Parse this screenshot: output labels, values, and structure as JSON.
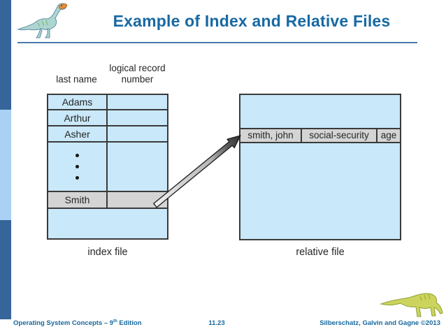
{
  "colors": {
    "title_blue": "#1769A3",
    "underline_blue": "#4A7AAD",
    "sidebar_dark": "#36659A",
    "sidebar_light": "#A9D1F4",
    "table_fill": "#C9E8F9",
    "highlight_gray": "#D4D4D4",
    "border_dark": "#3A3A3A",
    "footer_blue": "#16689E",
    "diagram_text": "#262626"
  },
  "slide": {
    "title": "Example of Index and Relative Files",
    "footer": {
      "left_prefix": "Operating System Concepts – 9",
      "left_sup": "th",
      "left_suffix": " Edition",
      "page_number": "11.23",
      "right_credit": "Silberschatz, Galvin and Gagne ©2013"
    },
    "icons": {
      "top_left": "dinosaur-logo",
      "bottom_right": "dinosaur-footer-logo"
    }
  },
  "diagram": {
    "index_file": {
      "col1_header": "last name",
      "col2_header_line1": "logical record",
      "col2_header_line2": "number",
      "rows": [
        "Adams",
        "Arthur",
        "Asher"
      ],
      "ellipsis_dot": "•",
      "highlighted_row": "Smith",
      "caption": "index file"
    },
    "relative_file": {
      "record_fields": [
        "smith, john",
        "social-security",
        "age"
      ],
      "caption": "relative file"
    },
    "arrow": "index-smith-entry-to-relative-record"
  }
}
